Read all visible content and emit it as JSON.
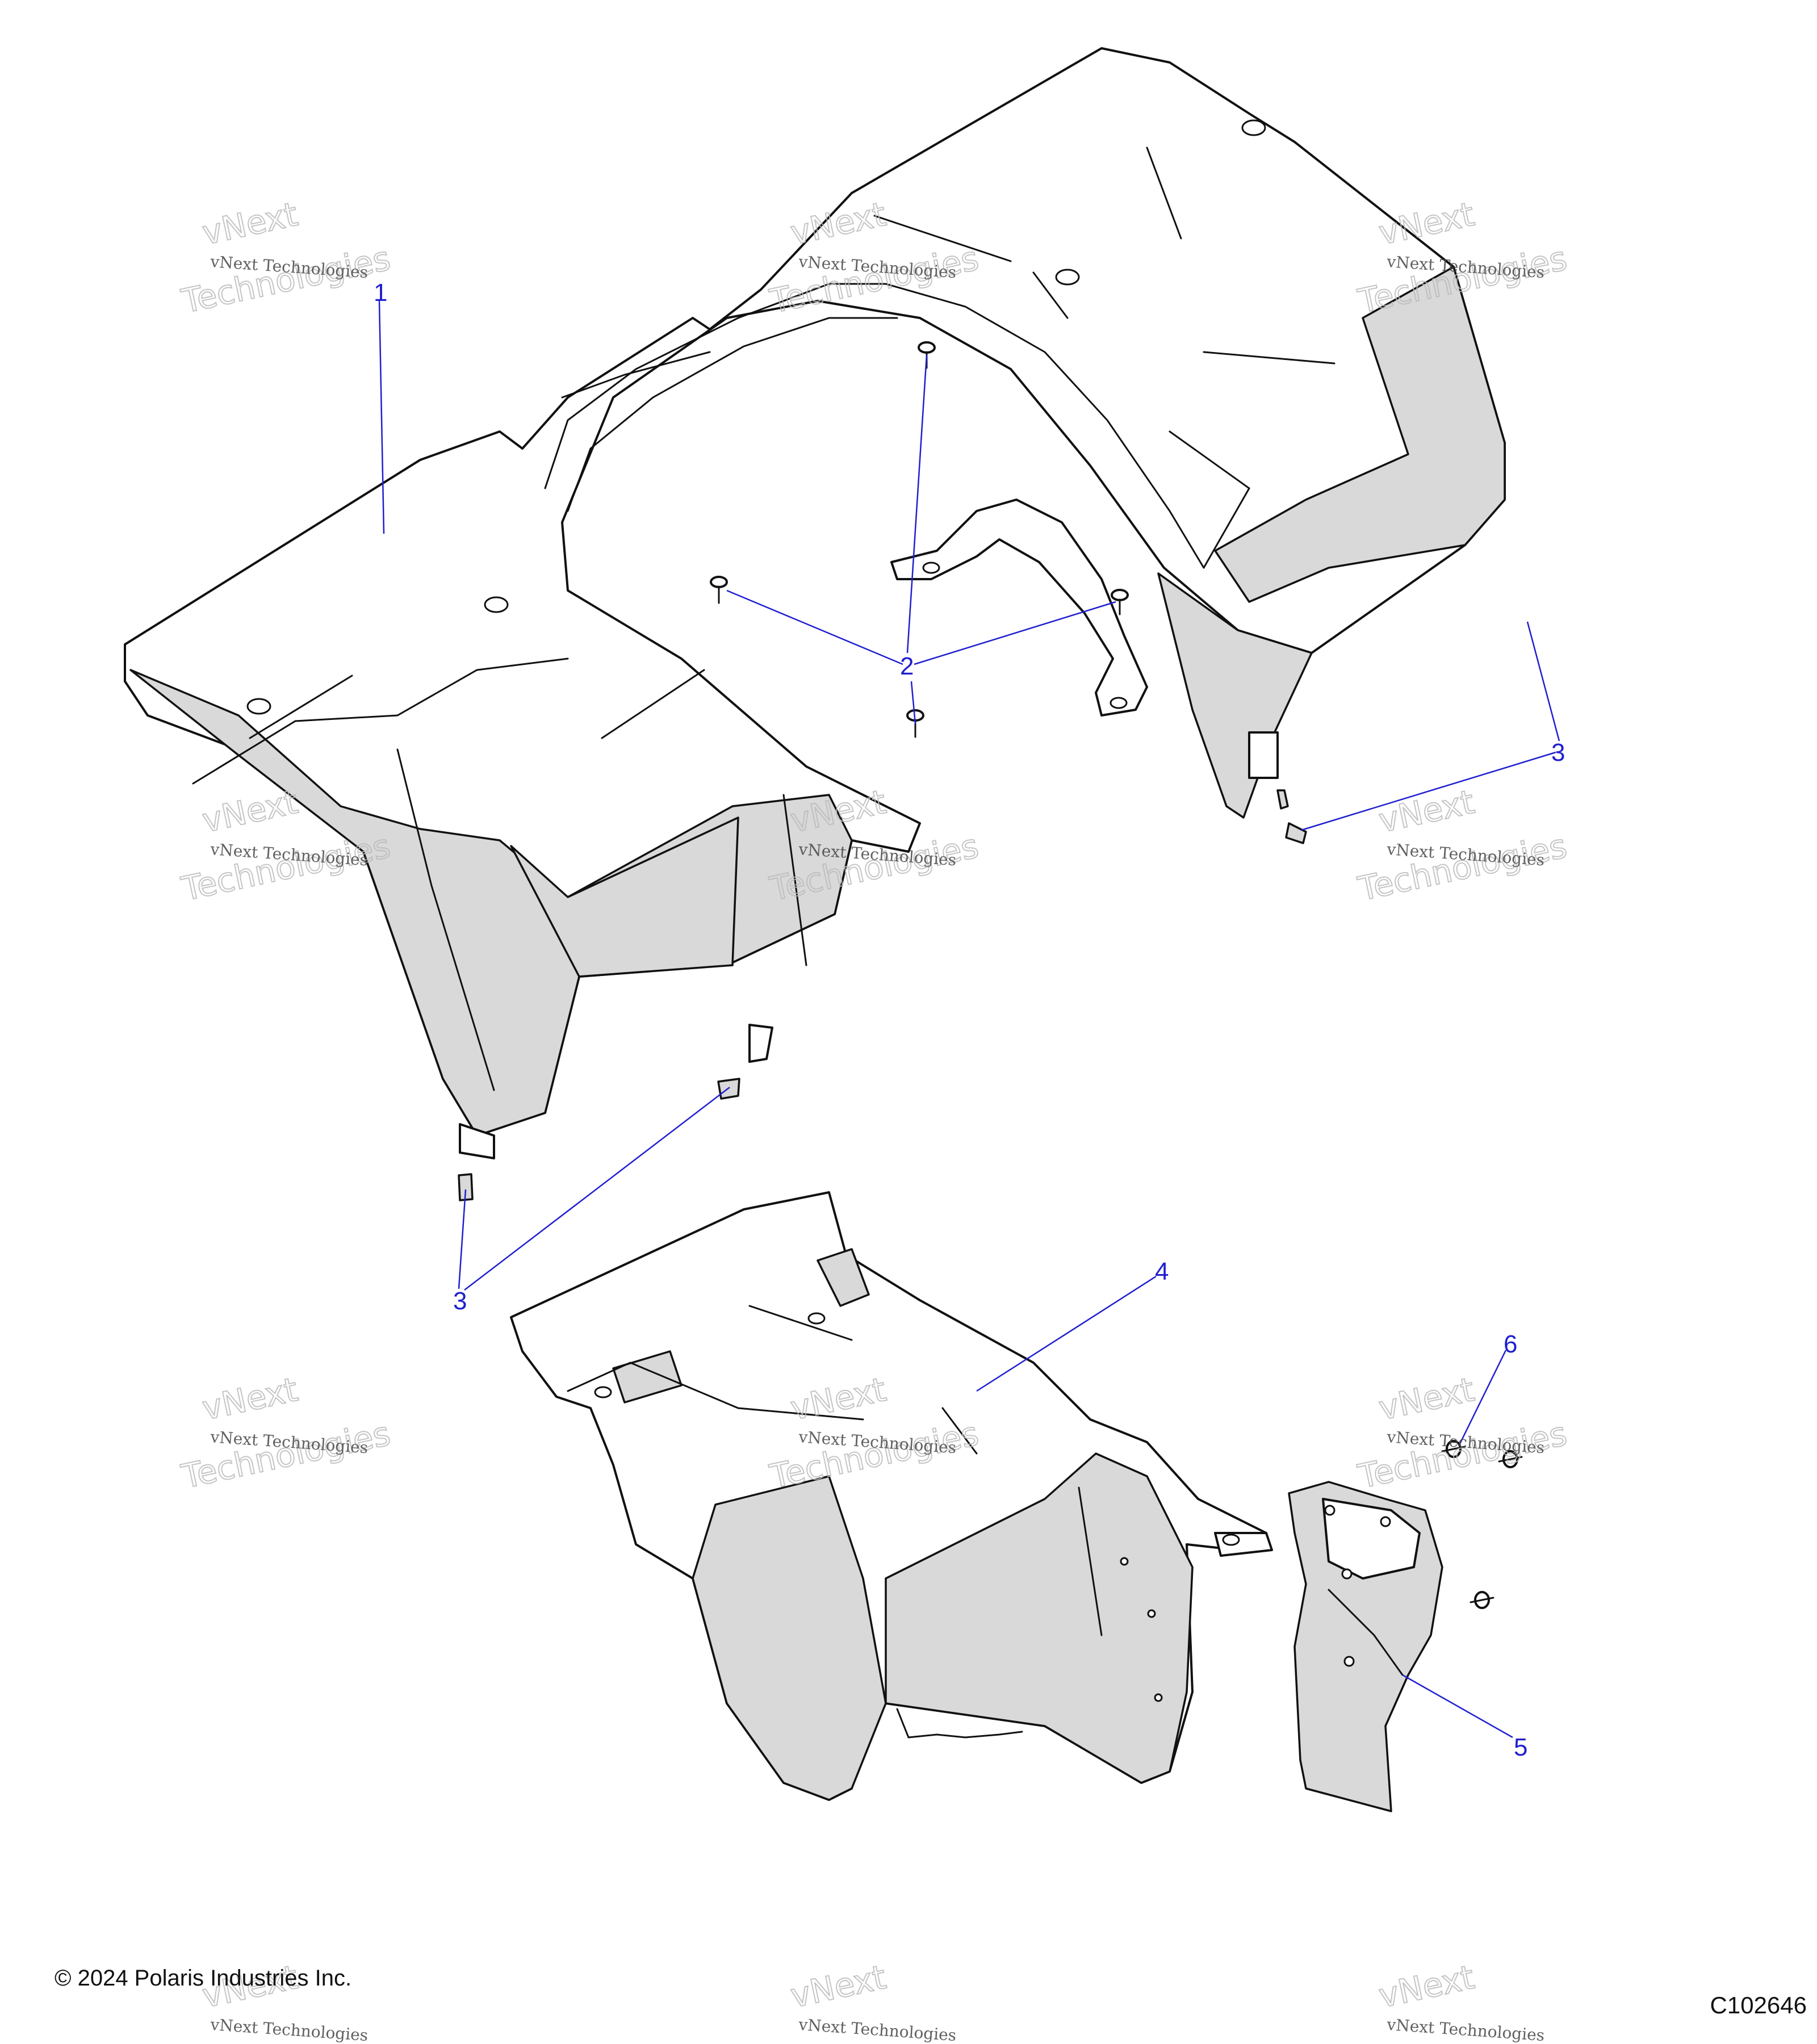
{
  "callouts": {
    "c1": "1",
    "c2": "2",
    "c3a": "3",
    "c3b": "3",
    "c4": "4",
    "c5": "5",
    "c6": "6"
  },
  "watermark": {
    "line": "vNext Technologies",
    "big_top": "vNext",
    "big_bottom": "Technologies"
  },
  "footer": {
    "copyright": "© 2024 Polaris Industries Inc.",
    "figure_id": "C102646"
  },
  "colors": {
    "callout": "#1f1fd0",
    "part_fill": "#ffffff",
    "part_shade": "#d9d9d9",
    "outline": "#111111"
  }
}
